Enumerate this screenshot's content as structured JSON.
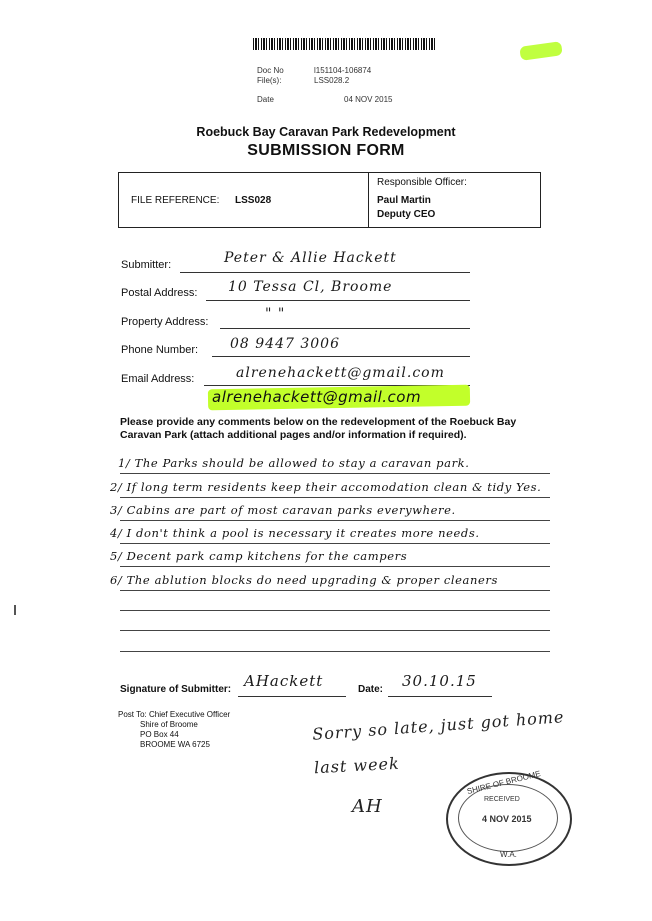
{
  "header": {
    "doc_no_label": "Doc No",
    "doc_no_value": "l151104-106874",
    "files_label": "File(s):",
    "files_value": "LSS028.2",
    "date_label": "Date",
    "date_value": "04 NOV 2015"
  },
  "title": {
    "line1": "Roebuck Bay Caravan Park Redevelopment",
    "line2": "SUBMISSION FORM"
  },
  "reference": {
    "file_reference_label": "FILE REFERENCE:",
    "file_reference_value": "LSS028",
    "responsible_officer_label": "Responsible Officer:",
    "officer_name": "Paul Martin",
    "officer_title": "Deputy CEO"
  },
  "fields": {
    "submitter_label": "Submitter:",
    "submitter_value": "Peter & Allie Hackett",
    "postal_label": "Postal Address:",
    "postal_value": "10 Tessa Cl, Broome",
    "property_label": "Property Address:",
    "property_value": "\"          \"",
    "phone_label": "Phone Number:",
    "phone_value": "08 9447 3006",
    "email_label": "Email Address:",
    "email_value": "alrenehackett@gmail.com",
    "email_highlight": "alrenehackett@gmail.com"
  },
  "instructions": "Please provide any comments below on the redevelopment of the Roebuck Bay Caravan Park (attach additional pages and/or information if required).",
  "comments": [
    "1/  The Parks should be allowed to stay a caravan park.",
    "2/  If long term residents keep their accomodation clean & tidy Yes.",
    "3/  Cabins are part of most caravan parks everywhere.",
    "4/  I don't think a pool is necessary it creates more needs.",
    "5/  Decent park camp kitchens for the campers",
    "6/  The ablution blocks do need upgrading & proper cleaners"
  ],
  "signature": {
    "label": "Signature of Submitter:",
    "value": "AHackett",
    "date_label": "Date:",
    "date_value": "30.10.15"
  },
  "post_to": {
    "line1": "Post To: Chief Executive Officer",
    "line2": "Shire of Broome",
    "line3": "PO Box 44",
    "line4": "BROOME  WA  6725"
  },
  "note": {
    "line1": "Sorry so late, just got home",
    "line2": "last week",
    "initials": "AH"
  },
  "stamp": {
    "top": "SHIRE OF BROOME",
    "received": "RECEIVED",
    "date": "4 NOV 2015",
    "bottom": "W.A."
  }
}
